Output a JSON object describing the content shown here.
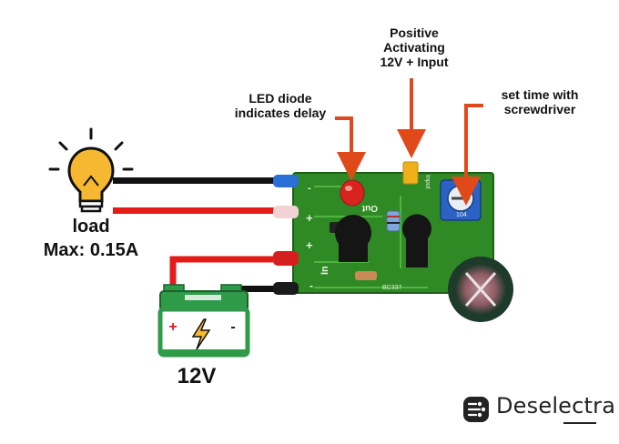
{
  "labels": {
    "positive_input": "Positive\nActivating\n12V + Input",
    "led": "LED diode\nindicates delay",
    "timer": "set time with\nscrewdriver",
    "load": "load",
    "load_max": "Max: 0.15A",
    "battery_voltage": "12V"
  },
  "pcb_markings": {
    "out_top": "-",
    "out_plus": "+",
    "out": "Out",
    "in_plus": "+",
    "in_minus": "-",
    "in": "In",
    "transistor": "BC337",
    "trimmer": "104",
    "board_name": "Input"
  },
  "battery": {
    "plus": "+",
    "minus": "-"
  },
  "brand": {
    "name": "Deselectra"
  },
  "colors": {
    "arrow": "#e04a1b",
    "wire_red": "#e31b1b",
    "wire_black": "#111111",
    "pcb": "#2f8a26",
    "battery_green": "#2f9a48",
    "bulb_yellow": "#f6b830"
  },
  "icons": [
    "light-bulb-icon",
    "battery-icon",
    "lightning-icon",
    "brand-logo-icon"
  ]
}
